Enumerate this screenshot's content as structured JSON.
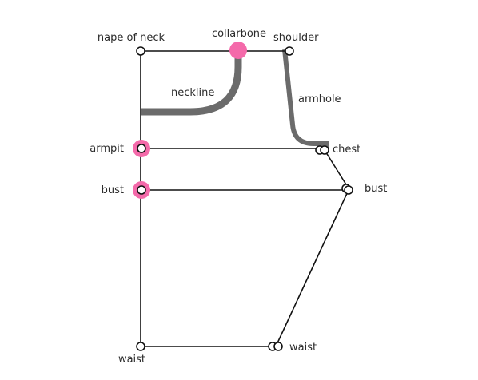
{
  "colors": {
    "line": "#111111",
    "curve": "#6b6b6b",
    "highlight": "#f46aaa",
    "background": "#ffffff"
  },
  "labels": {
    "nape": "nape of neck",
    "collarbone": "collarbone",
    "shoulder": "shoulder",
    "neckline": "neckline",
    "armhole": "armhole",
    "armpit": "armpit",
    "chest": "chest",
    "bust_left": "bust",
    "bust_right": "bust",
    "waist_left": "waist",
    "waist_right": "waist"
  }
}
